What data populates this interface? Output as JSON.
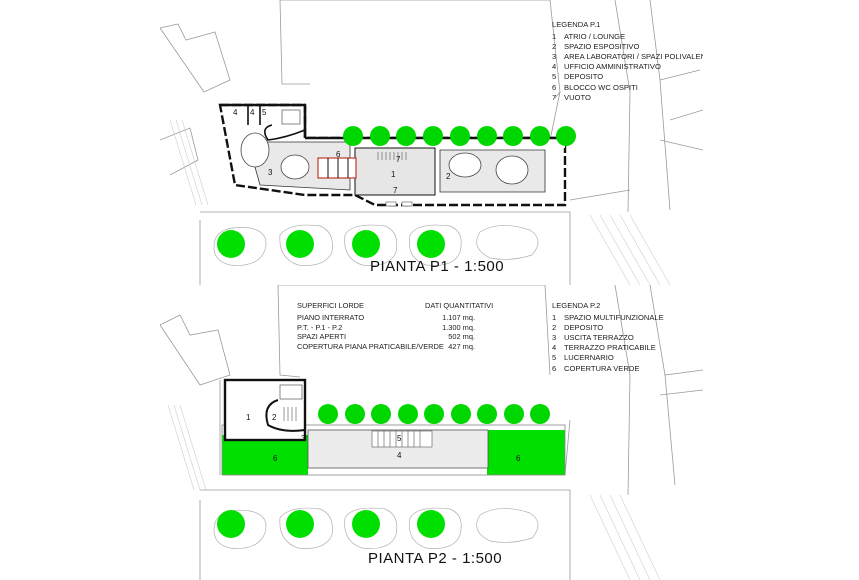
{
  "plan_p1": {
    "title": "PIANTA P1 - 1:500",
    "legend_title": "LEGENDA P.1",
    "legend": [
      {
        "num": "1",
        "text": "ATRIO / LOUNGE"
      },
      {
        "num": "2",
        "text": "SPAZIO ESPOSITIVO"
      },
      {
        "num": "3",
        "text": "AREA LABORATORI / SPAZI POLIVALENTI"
      },
      {
        "num": "4",
        "text": "UFFICIO AMMINISTRATIVO"
      },
      {
        "num": "5",
        "text": "DEPOSITO"
      },
      {
        "num": "6",
        "text": "BLOCCO WC OSPITI"
      },
      {
        "num": "7",
        "text": "VUOTO"
      }
    ],
    "room_labels": [
      "1",
      "2",
      "3",
      "4",
      "4",
      "5",
      "6",
      "7",
      "7"
    ]
  },
  "plan_p2": {
    "title": "PIANTA P2 - 1:500",
    "surfaces_title": "SUPERFICI LORDE",
    "quantities_title": "DATI QUANTITATIVI",
    "surfaces": [
      {
        "label": "PIANO INTERRATO",
        "value": "1.107 mq."
      },
      {
        "label": "P.T. - P.1 - P.2",
        "value": "1.300 mq."
      },
      {
        "label": "SPAZI APERTI",
        "value": "502 mq."
      },
      {
        "label": "COPERTURA PIANA PRATICABILE/VERDE",
        "value": "427 mq."
      }
    ],
    "legend_title": "LEGENDA P.2",
    "legend": [
      {
        "num": "1",
        "text": "SPAZIO MULTIFUNZIONALE"
      },
      {
        "num": "2",
        "text": "DEPOSITO"
      },
      {
        "num": "3",
        "text": "USCITA TERRAZZO"
      },
      {
        "num": "4",
        "text": "TERRAZZO PRATICABILE"
      },
      {
        "num": "5",
        "text": "LUCERNARIO"
      },
      {
        "num": "6",
        "text": "COPERTURA VERDE"
      }
    ],
    "room_labels": [
      "1",
      "2",
      "3",
      "4",
      "5",
      "6",
      "6"
    ]
  },
  "colors": {
    "tree_green": "#00d600",
    "green_roof": "#00e000",
    "terrace": "#ececec",
    "wall": "#111111",
    "context_line": "#9a9a9a"
  }
}
